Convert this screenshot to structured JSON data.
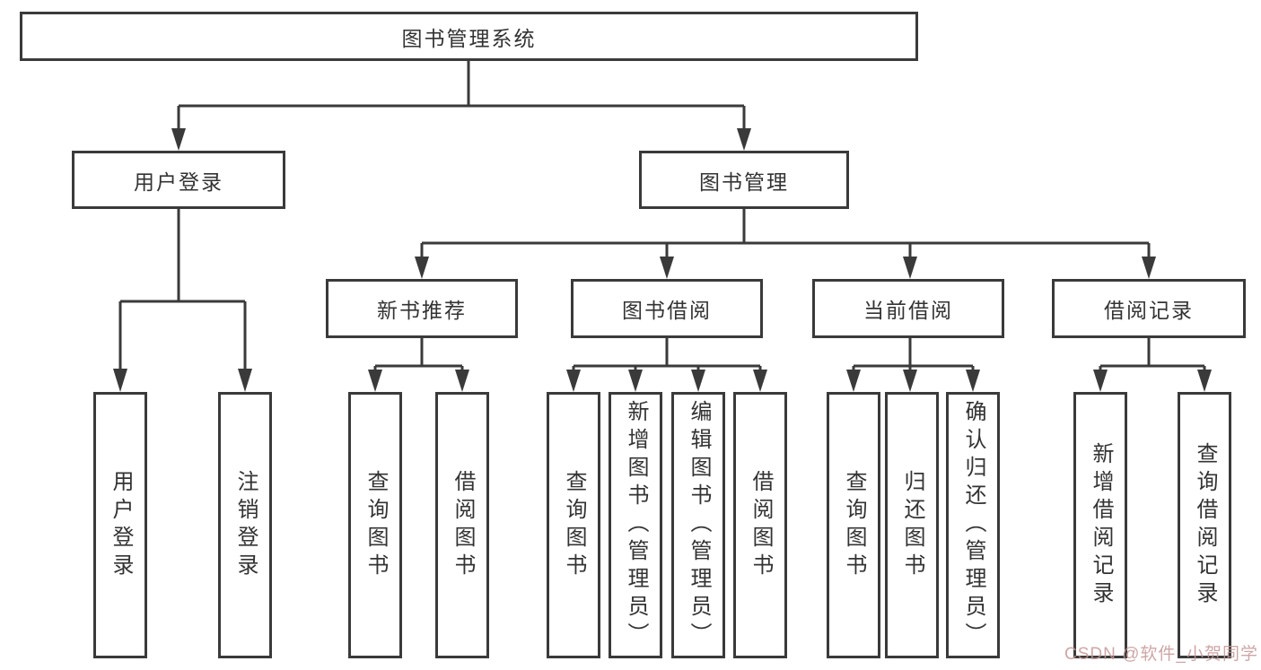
{
  "tree": {
    "root": "图书管理系统",
    "branches": [
      {
        "label": "用户登录",
        "children": [
          "用户登录",
          "注销登录"
        ]
      },
      {
        "label": "图书管理",
        "sections": [
          {
            "label": "新书推荐",
            "children": [
              "查询图书",
              "借阅图书"
            ]
          },
          {
            "label": "图书借阅",
            "children": [
              "查询图书",
              "新增图书（管理员）",
              "编辑图书（管理员）",
              "借阅图书"
            ]
          },
          {
            "label": "当前借阅",
            "children": [
              "查询图书",
              "归还图书",
              "确认归还（管理员）"
            ]
          },
          {
            "label": "借阅记录",
            "children": [
              "新增借阅记录",
              "查询借阅记录"
            ]
          }
        ]
      }
    ]
  },
  "watermark": "CSDN @软件_小贺同学",
  "colors": {
    "line": "#3a3a3a",
    "box_border": "#3a3a3a",
    "text": "#333333",
    "background": "#ffffff",
    "watermark": "#c69696"
  }
}
